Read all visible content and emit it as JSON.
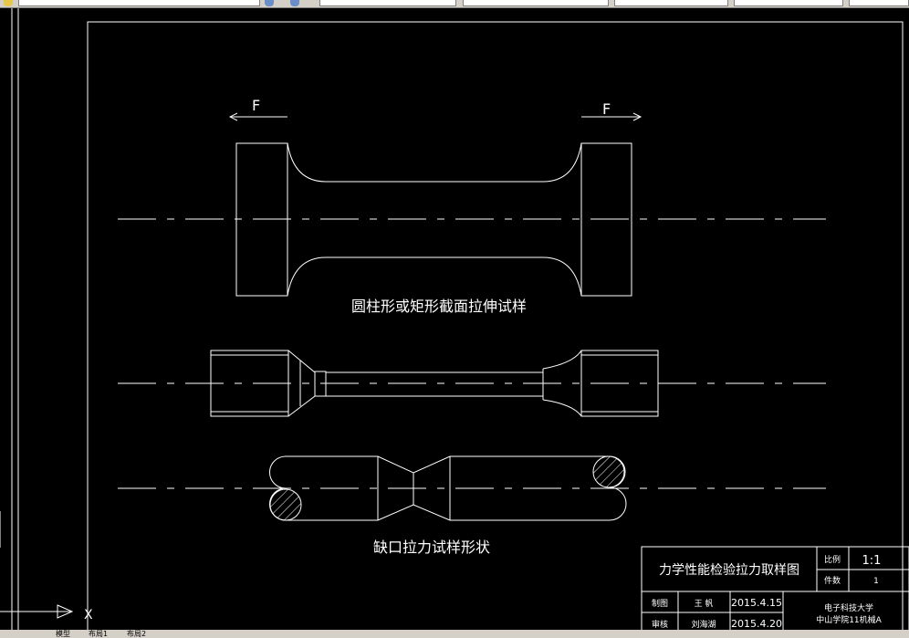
{
  "toolbar": {
    "fields": [
      "",
      "",
      "",
      "",
      "",
      ""
    ]
  },
  "drawing": {
    "force_left": "F",
    "force_right": "F",
    "caption_specimen": "圆柱形或矩形截面拉伸试样",
    "caption_notched": "缺口拉力试样形状"
  },
  "title_block": {
    "drawing_title": "力学性能检验拉力取样图",
    "scale_label": "比例",
    "scale_value": "1:1",
    "quantity_label": "件数",
    "quantity_value": "1",
    "drawn_label": "制图",
    "drawn_by": "王 帆",
    "drawn_date": "2015.4.15",
    "checked_label": "审核",
    "checked_by": "刘海湖",
    "checked_date": "2015.4.20",
    "org_line1": "电子科技大学",
    "org_line2": "中山学院11机械A"
  },
  "ucs": {
    "x_axis_label": "X"
  },
  "layout_tabs": [
    "模型",
    "布局1",
    "布局2"
  ],
  "colors": {
    "background": "#000000",
    "lines": "#ffffff"
  }
}
